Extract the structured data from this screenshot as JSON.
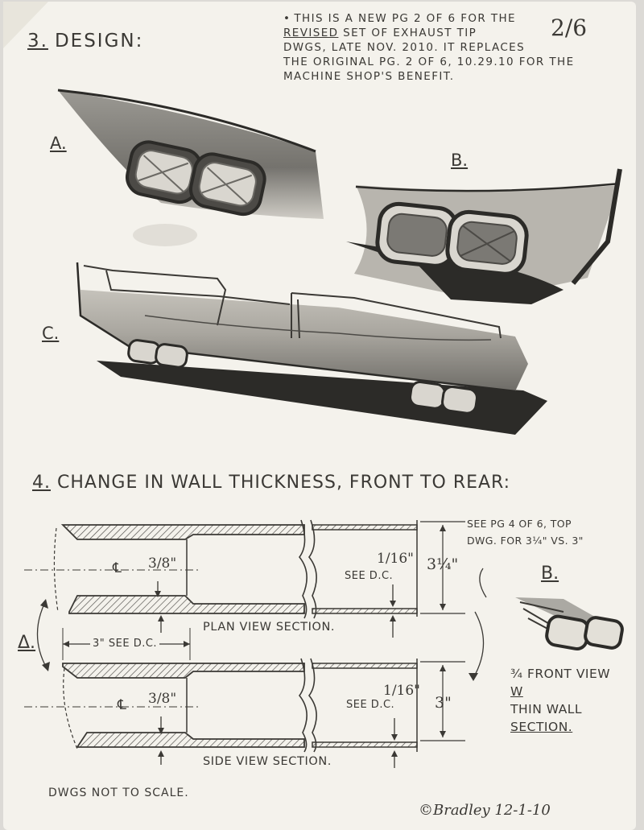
{
  "section3": {
    "number": "3.",
    "title": "DESIGN:"
  },
  "page_number": "2/6",
  "revision_note": {
    "bullet": "•",
    "line1": "THIS IS A NEW PG 2 OF 6 FOR THE",
    "line2_underlined": "REVISED",
    "line2_rest": " SET OF EXHAUST TIP",
    "line3": "DWGS, LATE NOV. 2010. IT REPLACES",
    "line4": "THE ORIGINAL PG. 2 OF 6, 10.29.10 FOR THE",
    "line5": "MACHINE SHOP'S BENEFIT."
  },
  "sketch_labels": {
    "a": "A.",
    "b": "B.",
    "c": "C."
  },
  "section4": {
    "number": "4.",
    "title": "CHANGE IN WALL THICKNESS, FRONT TO REAR:"
  },
  "see_note": {
    "line1": "SEE PG 4 OF 6, TOP",
    "line2": "DWG. FOR 3¼\" VS. 3\""
  },
  "plan_view": {
    "centerline": "℄",
    "front_wall": "3/8\"",
    "rear_wall": "1/16\"",
    "see_dc": "SEE D.C.",
    "height": "3¼\"",
    "caption": "PLAN VIEW SECTION."
  },
  "side_view": {
    "centerline": "℄",
    "front_wall": "3/8\"",
    "rear_wall": "1/16\"",
    "see_dc": "SEE D.C.",
    "height": "3\"",
    "caption": "SIDE VIEW SECTION."
  },
  "transition_dim": "3\" SEE D.C.",
  "delta_label": "Δ.",
  "detail": {
    "label": "B.",
    "line1": "¾ FRONT VIEW",
    "line2_u": "W",
    "line2_rest": " THIN WALL",
    "line3": "SECTION."
  },
  "footer": {
    "not_to_scale": "DWGS NOT TO SCALE.",
    "signature": "©Bradley 12-1-10"
  },
  "colors": {
    "paper": "#f4f2ec",
    "ink": "#3b3935",
    "shadow": "#2c2b28"
  }
}
